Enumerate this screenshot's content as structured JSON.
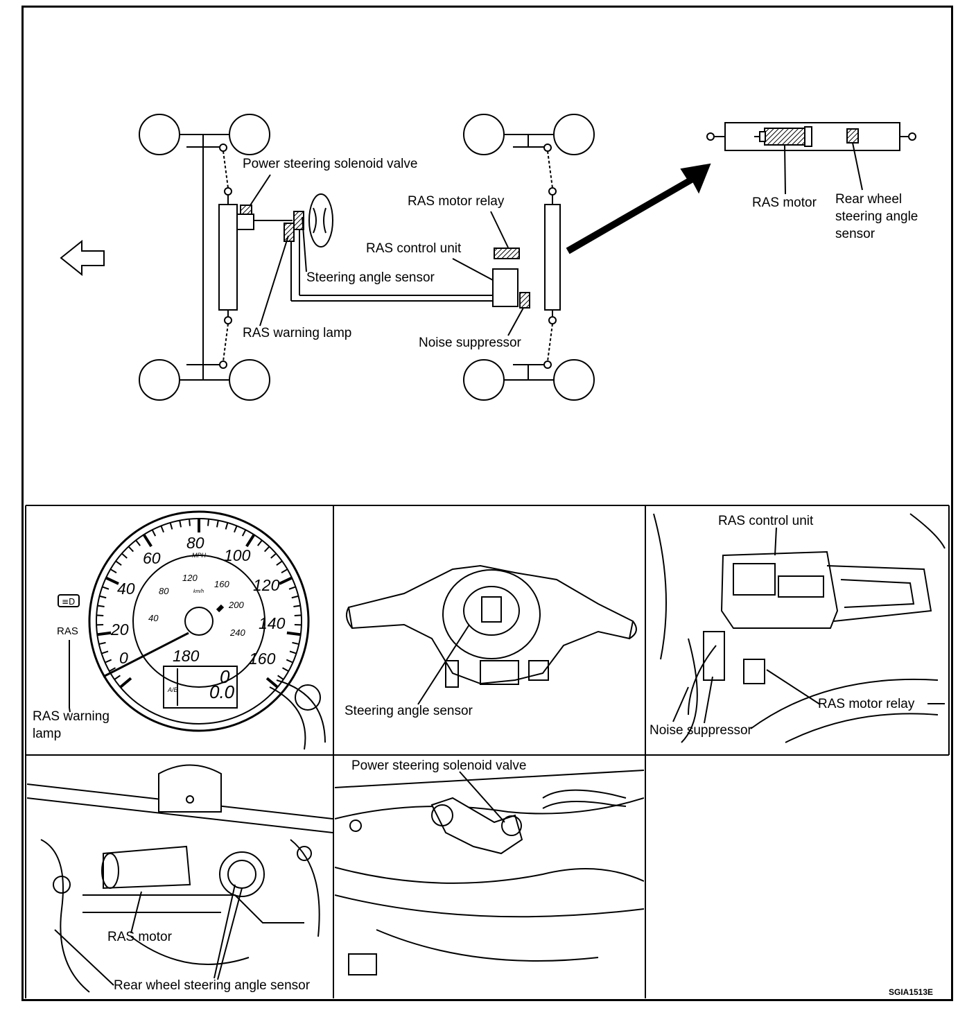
{
  "overview": {
    "power_steering_solenoid_valve": "Power steering solenoid valve",
    "ras_motor_relay": "RAS motor relay",
    "ras_control_unit": "RAS control unit",
    "steering_angle_sensor": "Steering angle sensor",
    "ras_warning_lamp": "RAS warning lamp",
    "noise_suppressor": "Noise suppressor",
    "ras_motor": "RAS motor",
    "rear_wheel_steering_angle_sensor": "Rear wheel steering angle sensor"
  },
  "meter_panel": {
    "ras_indicator": "RAS",
    "label": "RAS warning lamp",
    "mph_ticks": [
      "0",
      "20",
      "40",
      "60",
      "80",
      "100",
      "120",
      "140",
      "160",
      "180"
    ],
    "kmh_ticks": [
      "40",
      "80",
      "120",
      "160",
      "200",
      "240"
    ],
    "mph_unit": "MPH",
    "kmh_unit": "km/h",
    "odometer": "0",
    "trip": "0.0",
    "trip_ab": "A/B"
  },
  "steering_panel": {
    "label": "Steering angle sensor"
  },
  "control_unit_panel": {
    "ras_control_unit": "RAS control unit",
    "ras_motor_relay": "RAS motor relay",
    "noise_suppressor": "Noise suppressor"
  },
  "rear_panel": {
    "ras_motor": "RAS motor",
    "rear_wheel_steering_angle_sensor": "Rear wheel steering angle sensor"
  },
  "solenoid_panel": {
    "label": "Power steering solenoid valve"
  },
  "figure_code": "SGIA1513E"
}
